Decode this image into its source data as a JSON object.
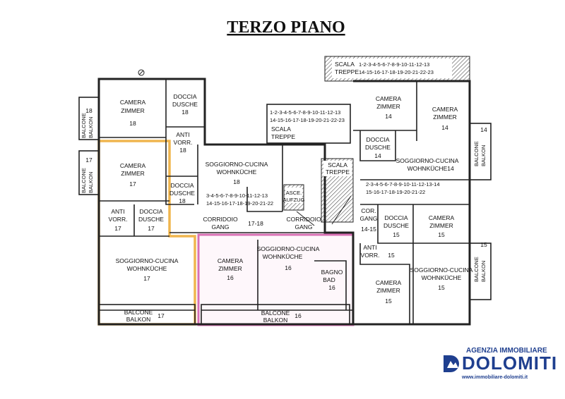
{
  "title": "TERZO PIANO",
  "colors": {
    "apt17": "#f0b54e",
    "apt16": "#d870b4",
    "brand": "#1f3f8f"
  },
  "labels": {
    "camera18": [
      "CAMERA",
      "ZIMMER",
      "18"
    ],
    "doccia18": [
      "DOCCIA",
      "DUSCHE",
      "18"
    ],
    "balcone18": [
      "18",
      "BALCONE",
      "BALKON"
    ],
    "antivorr18": [
      "ANTI",
      "VORR.",
      "18"
    ],
    "soggiorno18": [
      "SOGGIORNO-CUCINA",
      "WOHNKÜCHE",
      "18"
    ],
    "doccia18b": [
      "DOCCIA",
      "DUSCHE",
      "18"
    ],
    "camera17": [
      "CAMERA",
      "ZIMMER",
      "17"
    ],
    "balcone17side": [
      "17",
      "BALCONE",
      "BALKON"
    ],
    "antivorr17": [
      "ANTI",
      "VORR.",
      "17"
    ],
    "doccia17": [
      "DOCCIA",
      "DUSCHE",
      "17"
    ],
    "soggiorno17": [
      "SOGGIORNO-CUCINA",
      "WOHNKÜCHE",
      "17"
    ],
    "balcone17": [
      "BALCONE",
      "BALKON",
      "17"
    ],
    "corridoio1718": [
      "CORRIDOIO",
      "GANG",
      "17-18"
    ],
    "corridoio": [
      "CORRIDOIO",
      "GANG"
    ],
    "stairs18": [
      "3-4-5-6-7-8-9-10-11-12-13",
      "14-15-16-17-18-19-20-21-22"
    ],
    "ascensore": [
      "ASCE.",
      "AUFZUG"
    ],
    "camera16": [
      "CAMERA",
      "ZIMMER",
      "16"
    ],
    "soggiorno16": [
      "SOGGIORNO-CUCINA",
      "WOHNKÜCHE",
      "16"
    ],
    "bagno16": [
      "BAGNO",
      "BAD",
      "16"
    ],
    "balcone16": [
      "BALCONE",
      "BALKON",
      "16"
    ],
    "scalaTop": [
      "SCALA",
      "TREPPE",
      "1-2-3-4-5-6-7-8-9-10-11-12-13",
      "14-15-16-17-18-19-20-21-22-23"
    ],
    "scalaMid": [
      "1-2-3-4-5-6-7-8-9-10-11-12-13",
      "14-15-16-17-18-19-20-21-22-23",
      "SCALA",
      "TREPPE"
    ],
    "scalaRight": [
      "SCALA",
      "TREPPE"
    ],
    "camera14a": [
      "CAMERA",
      "ZIMMER",
      "14"
    ],
    "camera14b": [
      "CAMERA",
      "ZIMMER",
      "14"
    ],
    "doccia14": [
      "DOCCIA",
      "DUSCHE",
      "14"
    ],
    "soggiorno14": [
      "SOGGIORNO-CUCINA",
      "WOHNKÜCHE",
      "14"
    ],
    "balcone14": [
      "14",
      "BALCONE",
      "BALKON"
    ],
    "stairs14": [
      "2-3-4-5-6-7-8-9-10-11-12-13-14",
      "15-16-17-18-19-20-21-22"
    ],
    "corgang1415": [
      "COR.",
      "GANG",
      "14-15"
    ],
    "doccia15": [
      "DOCCIA",
      "DUSCHE",
      "15"
    ],
    "camera15a": [
      "CAMERA",
      "ZIMMER",
      "15"
    ],
    "antivorr15": [
      "ANTI",
      "VORR.",
      "15"
    ],
    "camera15b": [
      "CAMERA",
      "ZIMMER",
      "15"
    ],
    "soggiorno15": [
      "SOGGIORNO-CUCINA",
      "WOHNKÜCHE",
      "15"
    ],
    "balcone15": [
      "15",
      "BALCONE",
      "BALKON"
    ]
  },
  "logo": {
    "agency": "AGENZIA IMMOBILIARE",
    "brand": "DOLOMITI",
    "url": "www.immobiliare-dolomiti.it"
  }
}
